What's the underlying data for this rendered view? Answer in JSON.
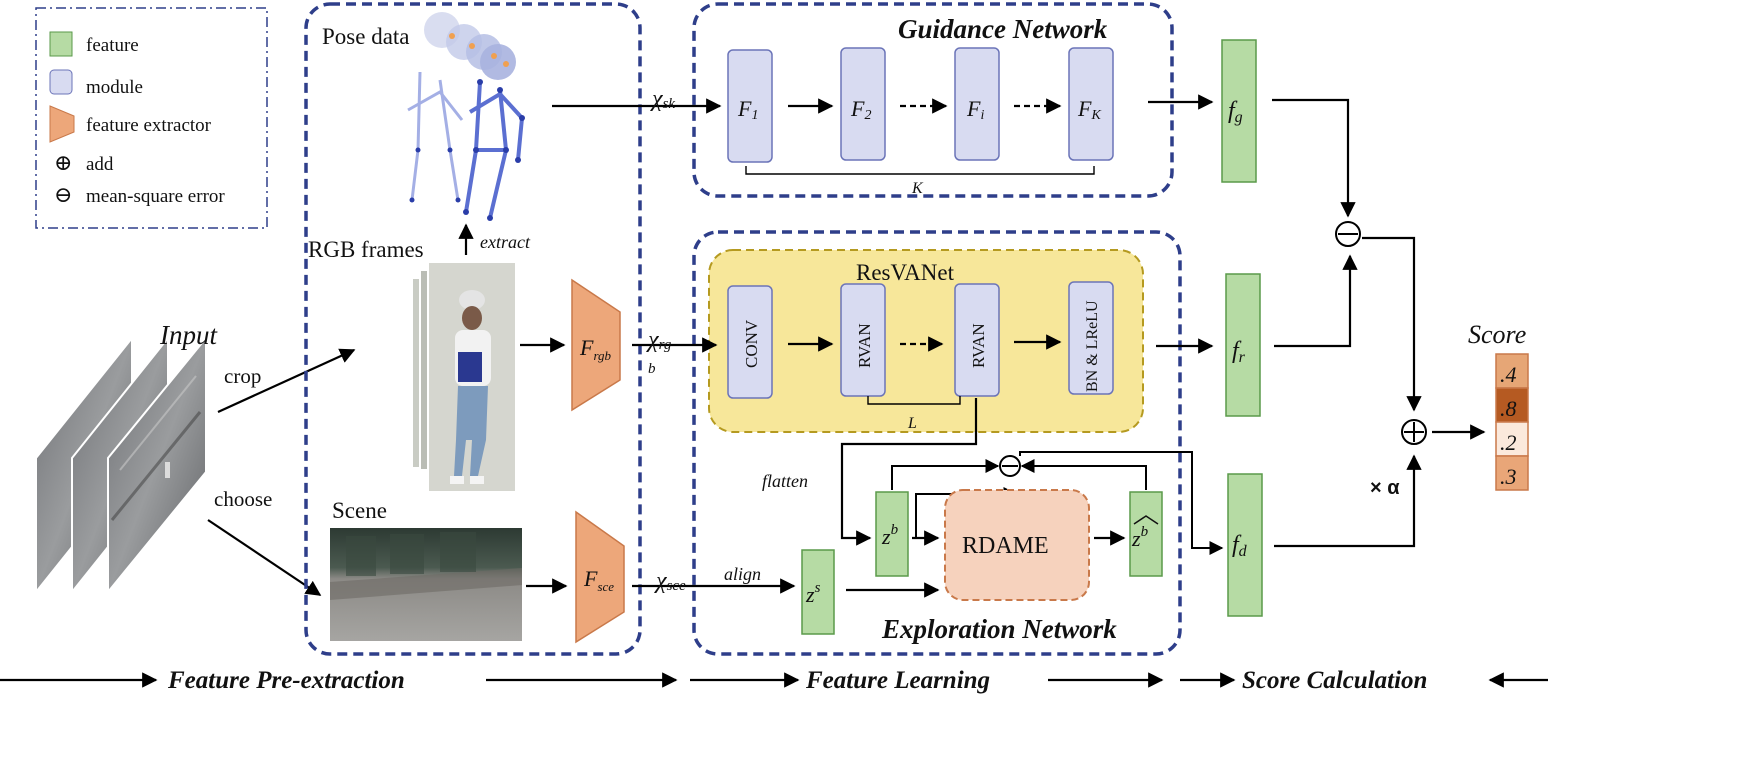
{
  "legend": {
    "feature": "feature",
    "module": "module",
    "extractor": "feature extractor",
    "add_symbol": "⊕",
    "add": "add",
    "mse_symbol": "⊖",
    "mse": "mean-square error"
  },
  "input": {
    "title": "Input",
    "crop": "crop",
    "choose": "choose"
  },
  "preextract": {
    "pose_data": "Pose data",
    "rgb_frames": "RGB frames",
    "extract": "extract",
    "scene": "Scene",
    "f_rgb": "F",
    "f_rgb_sub": "rgb",
    "f_sce": "F",
    "f_sce_sub": "sce"
  },
  "vars": {
    "x_sk": "χ",
    "x_sk_sub": "sk",
    "x_rgb": "χ",
    "x_rgb_sub": "rg",
    "x_rgb_tail": "b",
    "x_sce": "χ",
    "x_sce_sub": "sce",
    "align": "align",
    "flatten": "flatten"
  },
  "guidance": {
    "title": "Guidance Network",
    "f1": "F",
    "f1_sub": "1",
    "f2": "F",
    "f2_sub": "2",
    "fi": "F",
    "fi_sub": "i",
    "fk": "F",
    "fk_sub": "K",
    "k_label": "K"
  },
  "exploration": {
    "title": "Exploration Network",
    "resvanet": "ResVANet",
    "conv": "CONV",
    "rvan1": "RVAN",
    "rvan2": "RVAN",
    "bn": "BN & LReLU",
    "l_label": "L",
    "zb": "z",
    "zb_sup": "b",
    "zbhat": "z",
    "zbhat_sup": "b",
    "zs": "z",
    "zs_sup": "s",
    "rdame": "RDAME"
  },
  "features": {
    "fg": "f",
    "fg_sub": "g",
    "fr": "f",
    "fr_sub": "r",
    "fd": "f",
    "fd_sub": "d"
  },
  "score": {
    "title": "Score",
    "values": [
      ".4",
      ".8",
      ".2",
      ".3"
    ],
    "alpha": "× α"
  },
  "bottom": {
    "pre": "Feature Pre-extraction",
    "learning": "Feature Learning",
    "calc": "Score Calculation"
  },
  "colors": {
    "feature": "#b6dba4",
    "module": "#d8dbf1",
    "extractor": "#eda77a",
    "dash_border": "#2e3e8a",
    "resvanet_fill": "#f7e79a",
    "rdame_fill": "#f6d2bd"
  }
}
